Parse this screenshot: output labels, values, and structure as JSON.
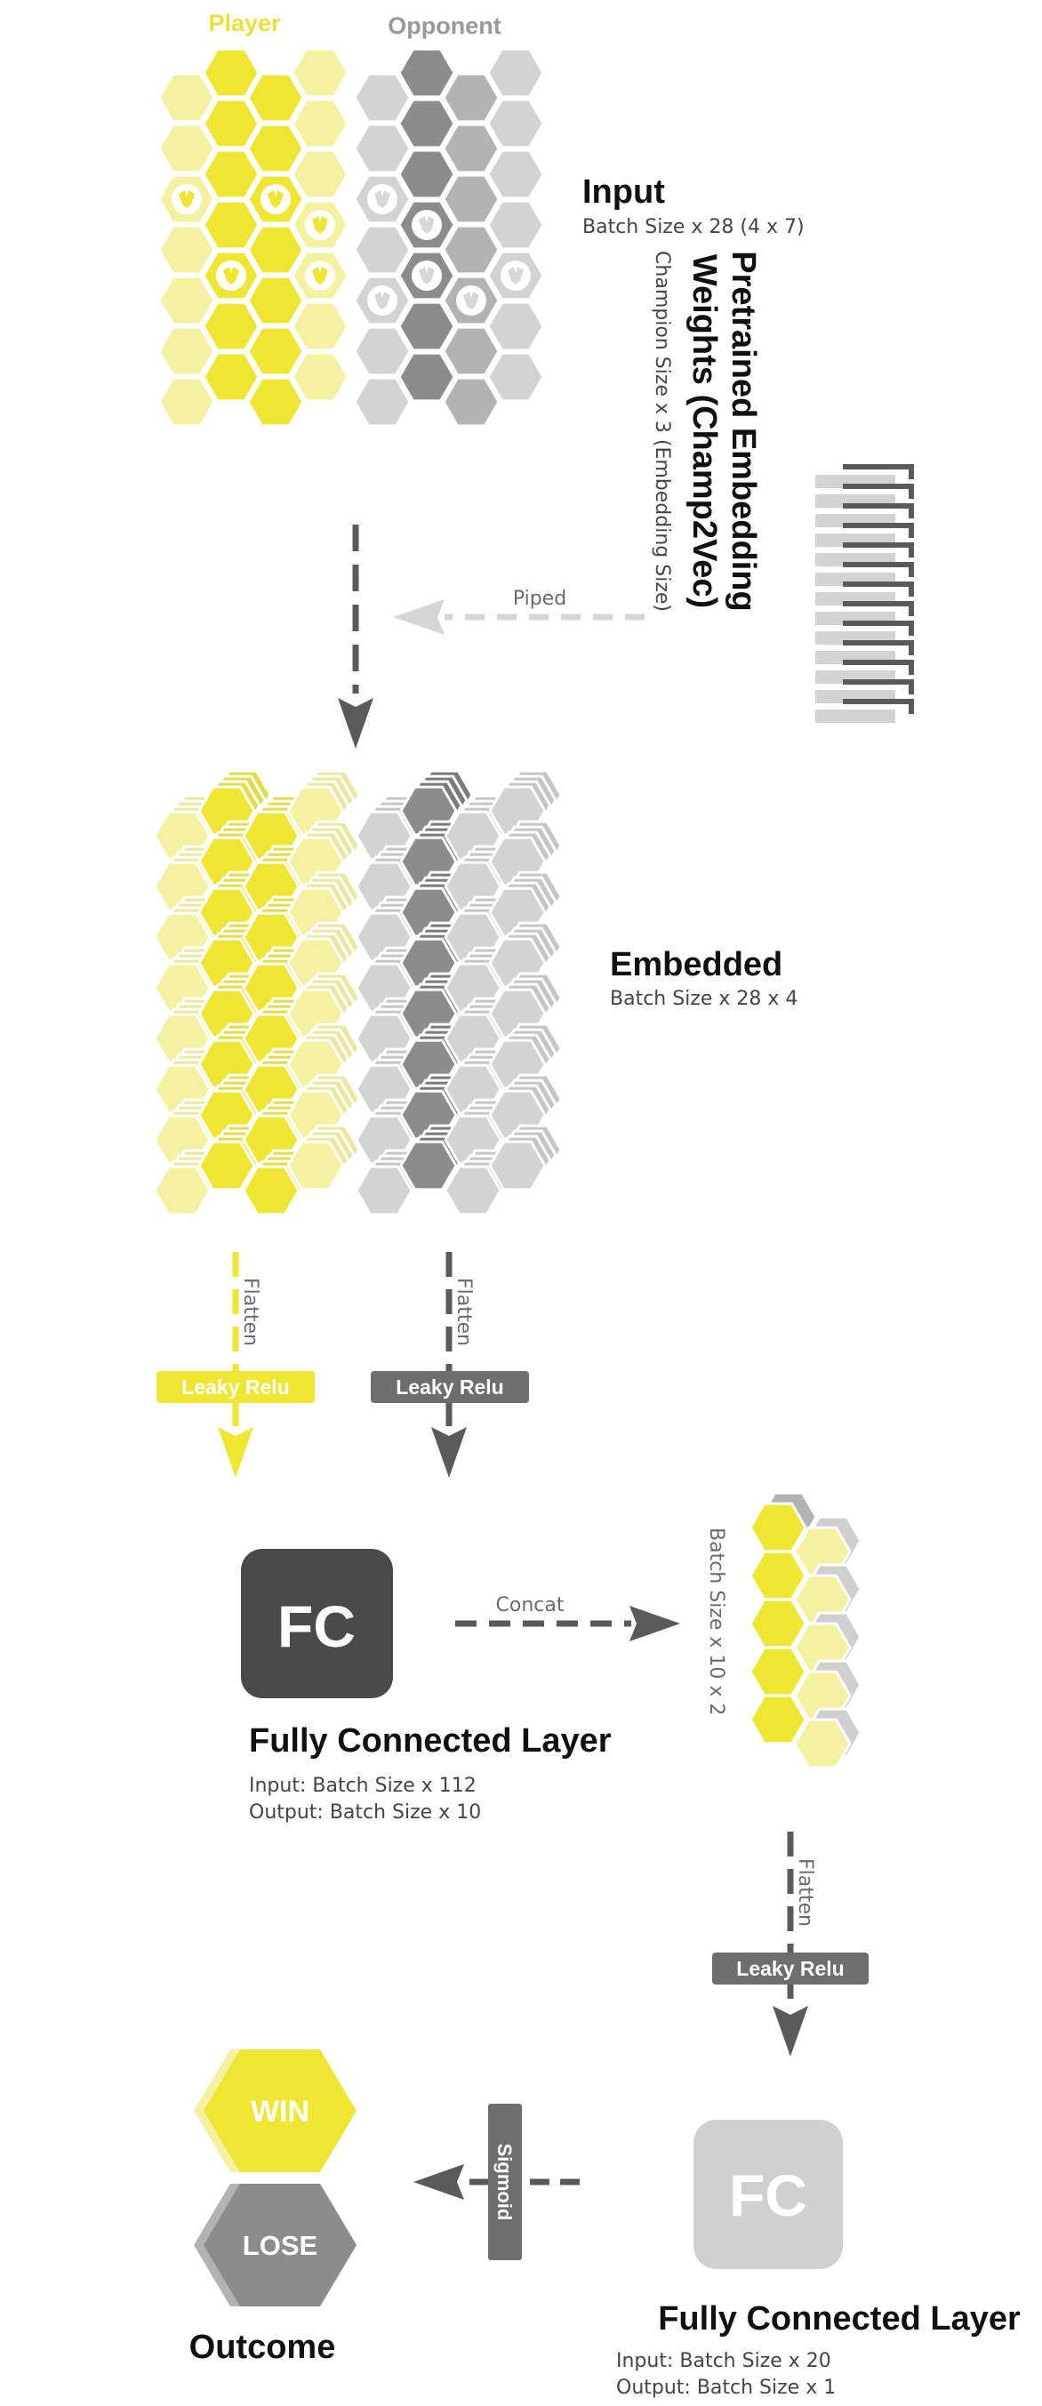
{
  "colors": {
    "yellow": "#efe634",
    "yellow_light": "#f4f1a0",
    "yellow_pale": "#f7f5c4",
    "gray_dark": "#8c8c8c",
    "gray_mid": "#b3b3b3",
    "gray_light": "#d3d3d3",
    "fc_dark": "#4a4a4a",
    "fc_light": "#d0d0d0",
    "arrow_dark": "#5a5a5a",
    "arrow_light": "#d6d6d6"
  },
  "headers": {
    "player": "Player",
    "opponent": "Opponent"
  },
  "input": {
    "title": "Input",
    "subtitle": "Batch Size x 28 (4 x 7)"
  },
  "pretrained": {
    "title_line1": "Pretrained Embedding",
    "title_line2": "Weights (Champ2Vec)",
    "subtitle": "Champion Size x 3 (Embedding Size)",
    "arrow_label": "Piped"
  },
  "embedded": {
    "title": "Embedded",
    "subtitle": "Batch Size x 28 x 4"
  },
  "flatten_label": "Flatten",
  "leaky_relu_label": "Leaky Relu",
  "fc1": {
    "box_text": "FC",
    "title": "Fully Connected Layer",
    "input": "Input: Batch Size x 112",
    "output": "Output: Batch Size x 10"
  },
  "concat": {
    "arrow_label": "Concat",
    "shape": "Batch Size x 10 x 2"
  },
  "fc2": {
    "box_text": "FC",
    "title": "Fully Connected Layer",
    "input": "Input: Batch Size x 20",
    "output": "Output: Batch Size x 1"
  },
  "sigmoid_label": "Sigmoid",
  "outcome": {
    "win": "WIN",
    "lose": "LOSE",
    "title": "Outcome"
  },
  "icons": [
    "champion-icon",
    "hexagon-cell",
    "arrow-down-icon",
    "arrow-left-icon",
    "arrow-right-icon"
  ]
}
